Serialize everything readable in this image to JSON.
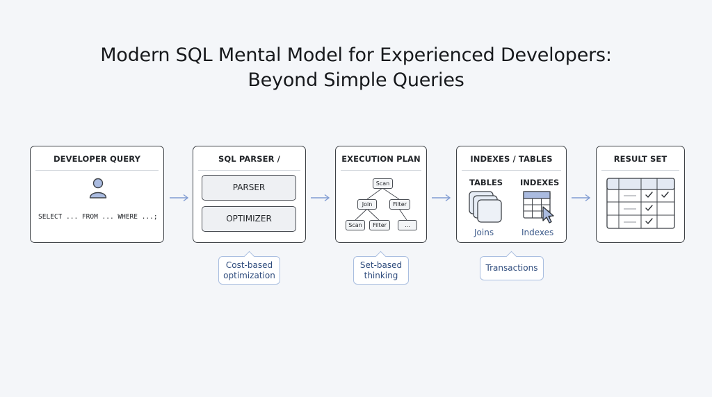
{
  "title_line1": "Modern SQL Mental Model for Experienced Developers:",
  "title_line2": "Beyond Simple Queries",
  "colors": {
    "accent": "#6f8fd0",
    "panel_border": "#3e4247",
    "callout_text": "#2f4c7d"
  },
  "panels": {
    "developer_query": {
      "title": "DEVELOPER QUERY",
      "icon": "user-icon",
      "code": "SELECT ... FROM ... WHERE ...;"
    },
    "parser_optimizer": {
      "title": "SQL PARSER / OPTIMIZER",
      "parser": "PARSER",
      "optimizer": "OPTIMIZER"
    },
    "execution_plan": {
      "title": "EXECUTION PLAN",
      "nodes": {
        "root": "Scan",
        "join": "Join",
        "filter_top": "Filter",
        "scan_leaf": "Scan",
        "filter_leaf": "Filter",
        "more": "..."
      }
    },
    "indexes_tables": {
      "title": "INDEXES / TABLES",
      "tables_label": "TABLES",
      "indexes_label": "INDEXES",
      "joins_caption": "Joins",
      "indexes_caption": "Indexes"
    },
    "result_set": {
      "title": "RESULT SET",
      "icon": "result-grid-icon"
    }
  },
  "callouts": {
    "cost": {
      "line1": "Cost-based",
      "line2": "optimization"
    },
    "set": {
      "line1": "Set-based",
      "line2": "thinking"
    },
    "transactions": {
      "line1": "Transactions"
    }
  }
}
